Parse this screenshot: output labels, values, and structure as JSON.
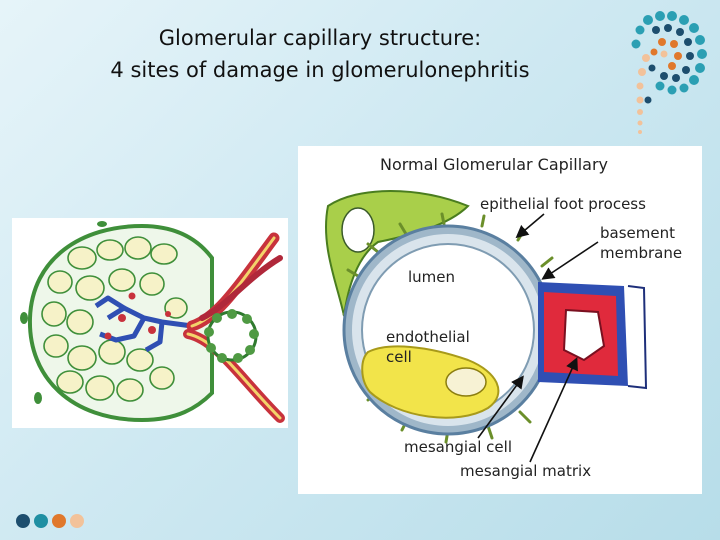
{
  "slide": {
    "title_line1": "Glomerular capillary structure:",
    "title_line2": "4 sites of damage in glomerulonephritis"
  },
  "diagram": {
    "heading": "Normal Glomerular Capillary",
    "labels": {
      "epithelial_foot_process": "epithelial foot process",
      "basement_line1": "basement",
      "basement_line2": "membrane",
      "lumen": "lumen",
      "endothelial_line1": "endothelial",
      "endothelial_line2": "cell",
      "mesangial_cell": "mesangial cell",
      "mesangial_matrix": "mesangial matrix"
    }
  },
  "colors": {
    "accent_teal": "#1f8fa3",
    "accent_navy": "#1d4e6e",
    "accent_orange": "#e0782c",
    "accent_peach": "#f2c29a"
  }
}
